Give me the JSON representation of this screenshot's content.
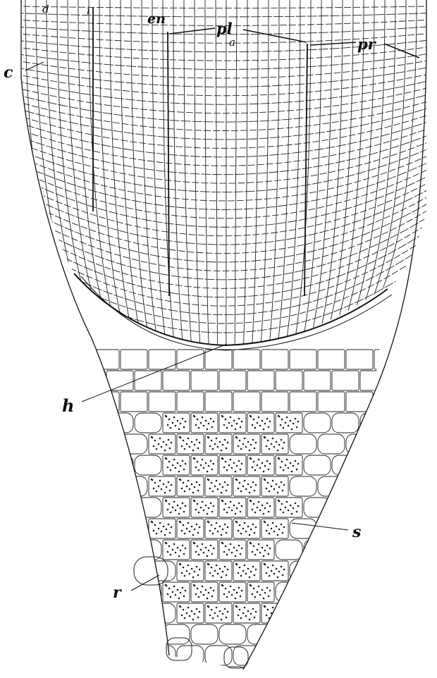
{
  "figure": {
    "labels": {
      "d": "d",
      "i": "i",
      "en": "en",
      "pl": "pl",
      "a": "a",
      "pr": "pr",
      "c": "c",
      "h": "h",
      "s": "s",
      "r": "r"
    },
    "colors": {
      "ink": "#111111",
      "paper": "#ffffff"
    }
  }
}
